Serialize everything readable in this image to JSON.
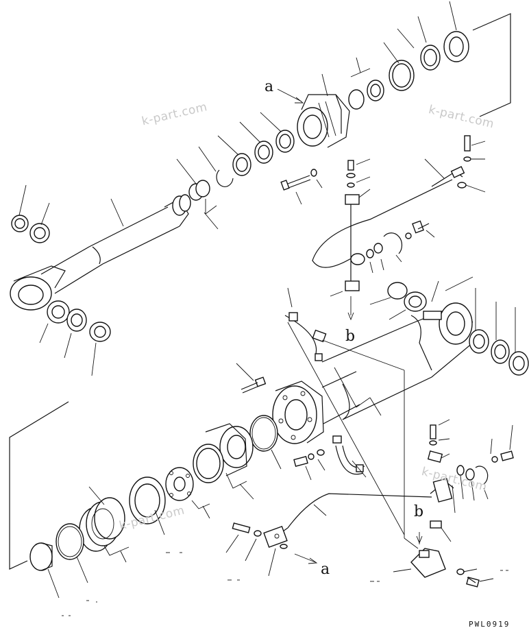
{
  "watermarks": [
    "k-part.com",
    "k-part.com",
    "k-part.com",
    "k-part.com"
  ],
  "callouts": {
    "a_top": "a",
    "a_bottom": "a",
    "b_center": "b",
    "b_right": "b"
  },
  "figure_code": "PWL0919"
}
